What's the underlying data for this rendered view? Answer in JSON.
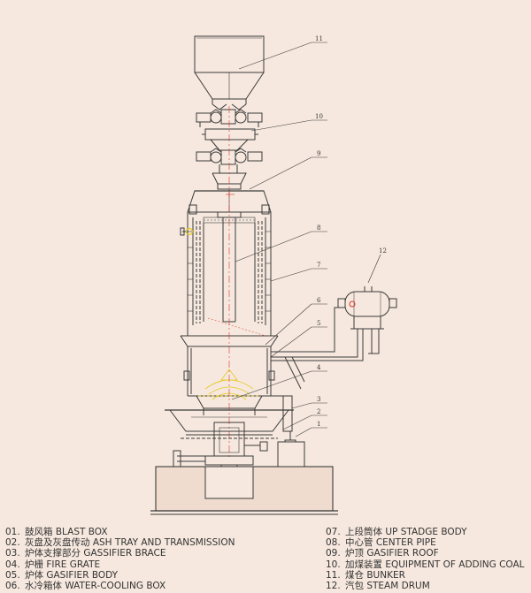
{
  "diagram": {
    "callouts": [
      "1",
      "2",
      "3",
      "4",
      "5",
      "6",
      "7",
      "8",
      "9",
      "10",
      "11",
      "12"
    ]
  },
  "legend": {
    "left": [
      {
        "num": "01.",
        "text": "鼓风箱  BLAST BOX"
      },
      {
        "num": "02.",
        "text": "灰盘及灰盘传动  ASH TRAY AND TRANSMISSION"
      },
      {
        "num": "03.",
        "text": "炉体支撑部分  GASSIFIER BRACE"
      },
      {
        "num": "04.",
        "text": "炉栅    FIRE GRATE"
      },
      {
        "num": "05.",
        "text": "炉体     GASIFIER BODY"
      },
      {
        "num": "06.",
        "text": "水冷箱体 WATER-COOLING BOX"
      }
    ],
    "right": [
      {
        "num": "07.",
        "text": "上段筒体 UP STADGE BODY"
      },
      {
        "num": "08.",
        "text": "中心管 CENTER PIPE"
      },
      {
        "num": "09.",
        "text": "炉顶  GASIFIER ROOF"
      },
      {
        "num": "10.",
        "text": "加煤装置 EQUIPMENT OF ADDING COAL"
      },
      {
        "num": "11.",
        "text": "煤仓 BUNKER"
      },
      {
        "num": "12.",
        "text": "汽包 STEAM DRUM"
      }
    ]
  },
  "colors": {
    "background": "#f6e8de",
    "line": "#3a3a3a",
    "accent_red": "#d8322a",
    "accent_yellow": "#e6c820"
  }
}
